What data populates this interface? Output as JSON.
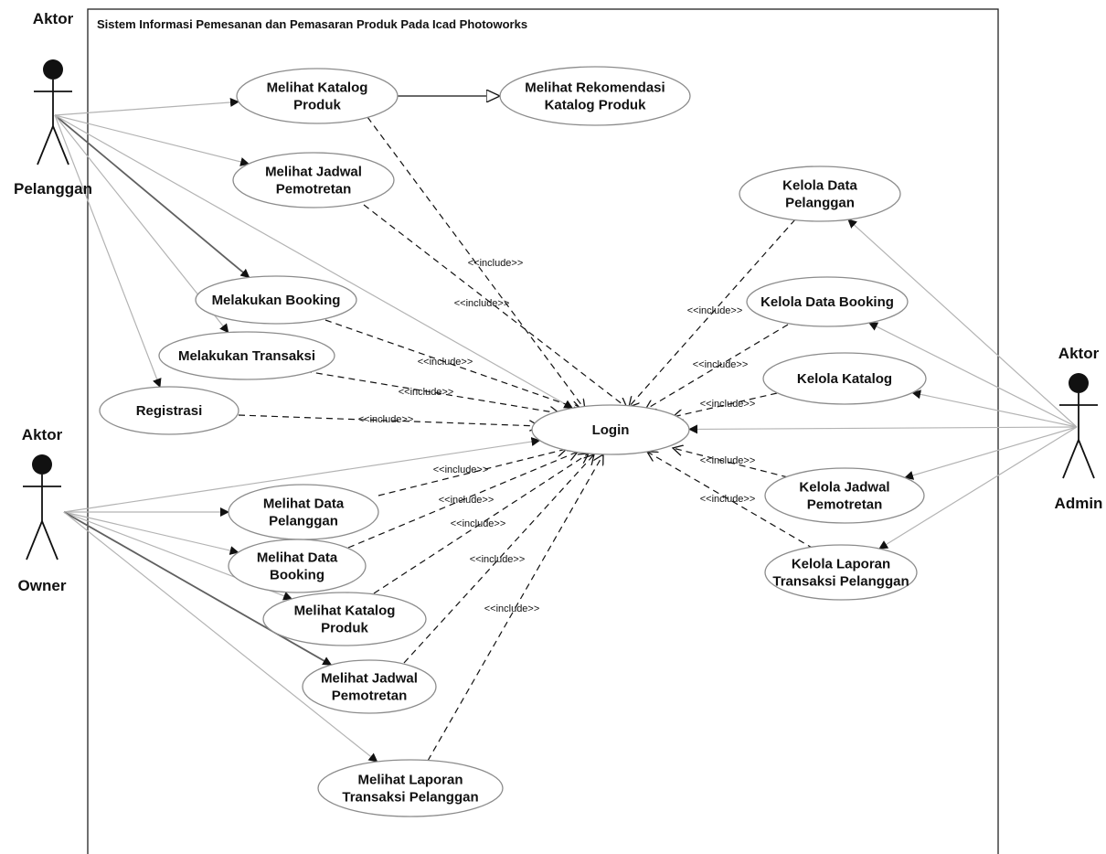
{
  "system": {
    "title": "Sistem Informasi Pemesanan dan Pemasaran Produk Pada Icad Photoworks"
  },
  "actors": [
    {
      "id": "pelanggan",
      "stereotype": "Aktor",
      "name": "Pelanggan"
    },
    {
      "id": "owner",
      "stereotype": "Aktor",
      "name": "Owner"
    },
    {
      "id": "admin",
      "stereotype": "Aktor",
      "name": "Admin"
    }
  ],
  "use_cases": [
    {
      "id": "uc1",
      "lines": [
        "Melihat Katalog",
        "Produk"
      ]
    },
    {
      "id": "uc2",
      "lines": [
        "Melihat Rekomendasi",
        "Katalog Produk"
      ]
    },
    {
      "id": "uc3",
      "lines": [
        "Melihat Jadwal",
        "Pemotretan"
      ]
    },
    {
      "id": "uc4",
      "lines": [
        "Melakukan Booking"
      ]
    },
    {
      "id": "uc5",
      "lines": [
        "Melakukan Transaksi"
      ]
    },
    {
      "id": "uc6",
      "lines": [
        "Registrasi"
      ]
    },
    {
      "id": "uc7",
      "lines": [
        "Login"
      ]
    },
    {
      "id": "uc8",
      "lines": [
        "Melihat Data",
        "Pelanggan"
      ]
    },
    {
      "id": "uc9",
      "lines": [
        "Melihat Data",
        "Booking"
      ]
    },
    {
      "id": "uc10",
      "lines": [
        "Melihat Katalog",
        "Produk"
      ]
    },
    {
      "id": "uc11",
      "lines": [
        "Melihat Jadwal",
        "Pemotretan"
      ]
    },
    {
      "id": "uc12",
      "lines": [
        "Melihat Laporan",
        "Transaksi Pelanggan"
      ]
    },
    {
      "id": "uc13",
      "lines": [
        "Kelola Data",
        "Pelanggan"
      ]
    },
    {
      "id": "uc14",
      "lines": [
        "Kelola Data Booking"
      ]
    },
    {
      "id": "uc15",
      "lines": [
        "Kelola Katalog"
      ]
    },
    {
      "id": "uc16",
      "lines": [
        "Kelola Jadwal",
        "Pemotretan"
      ]
    },
    {
      "id": "uc17",
      "lines": [
        "Kelola Laporan",
        "Transaksi Pelanggan"
      ]
    }
  ],
  "associations": [
    {
      "actor": "pelanggan",
      "use_case": "uc1"
    },
    {
      "actor": "pelanggan",
      "use_case": "uc3"
    },
    {
      "actor": "pelanggan",
      "use_case": "uc4"
    },
    {
      "actor": "pelanggan",
      "use_case": "uc5"
    },
    {
      "actor": "pelanggan",
      "use_case": "uc6"
    },
    {
      "actor": "pelanggan",
      "use_case": "uc7"
    },
    {
      "actor": "owner",
      "use_case": "uc7"
    },
    {
      "actor": "owner",
      "use_case": "uc8"
    },
    {
      "actor": "owner",
      "use_case": "uc9"
    },
    {
      "actor": "owner",
      "use_case": "uc10"
    },
    {
      "actor": "owner",
      "use_case": "uc11"
    },
    {
      "actor": "owner",
      "use_case": "uc12"
    },
    {
      "actor": "admin",
      "use_case": "uc7"
    },
    {
      "actor": "admin",
      "use_case": "uc13"
    },
    {
      "actor": "admin",
      "use_case": "uc14"
    },
    {
      "actor": "admin",
      "use_case": "uc15"
    },
    {
      "actor": "admin",
      "use_case": "uc16"
    },
    {
      "actor": "admin",
      "use_case": "uc17"
    }
  ],
  "generalizations": [
    {
      "from": "uc1",
      "to": "uc2"
    }
  ],
  "include_label": "<<include>>",
  "includes": [
    {
      "from": "uc1",
      "to": "uc7"
    },
    {
      "from": "uc3",
      "to": "uc7"
    },
    {
      "from": "uc4",
      "to": "uc7"
    },
    {
      "from": "uc5",
      "to": "uc7"
    },
    {
      "from": "uc6",
      "to": "uc7"
    },
    {
      "from": "uc8",
      "to": "uc7"
    },
    {
      "from": "uc9",
      "to": "uc7"
    },
    {
      "from": "uc10",
      "to": "uc7"
    },
    {
      "from": "uc11",
      "to": "uc7"
    },
    {
      "from": "uc12",
      "to": "uc7"
    },
    {
      "from": "uc13",
      "to": "uc7"
    },
    {
      "from": "uc14",
      "to": "uc7"
    },
    {
      "from": "uc15",
      "to": "uc7"
    },
    {
      "from": "uc16",
      "to": "uc7"
    },
    {
      "from": "uc17",
      "to": "uc7"
    }
  ]
}
